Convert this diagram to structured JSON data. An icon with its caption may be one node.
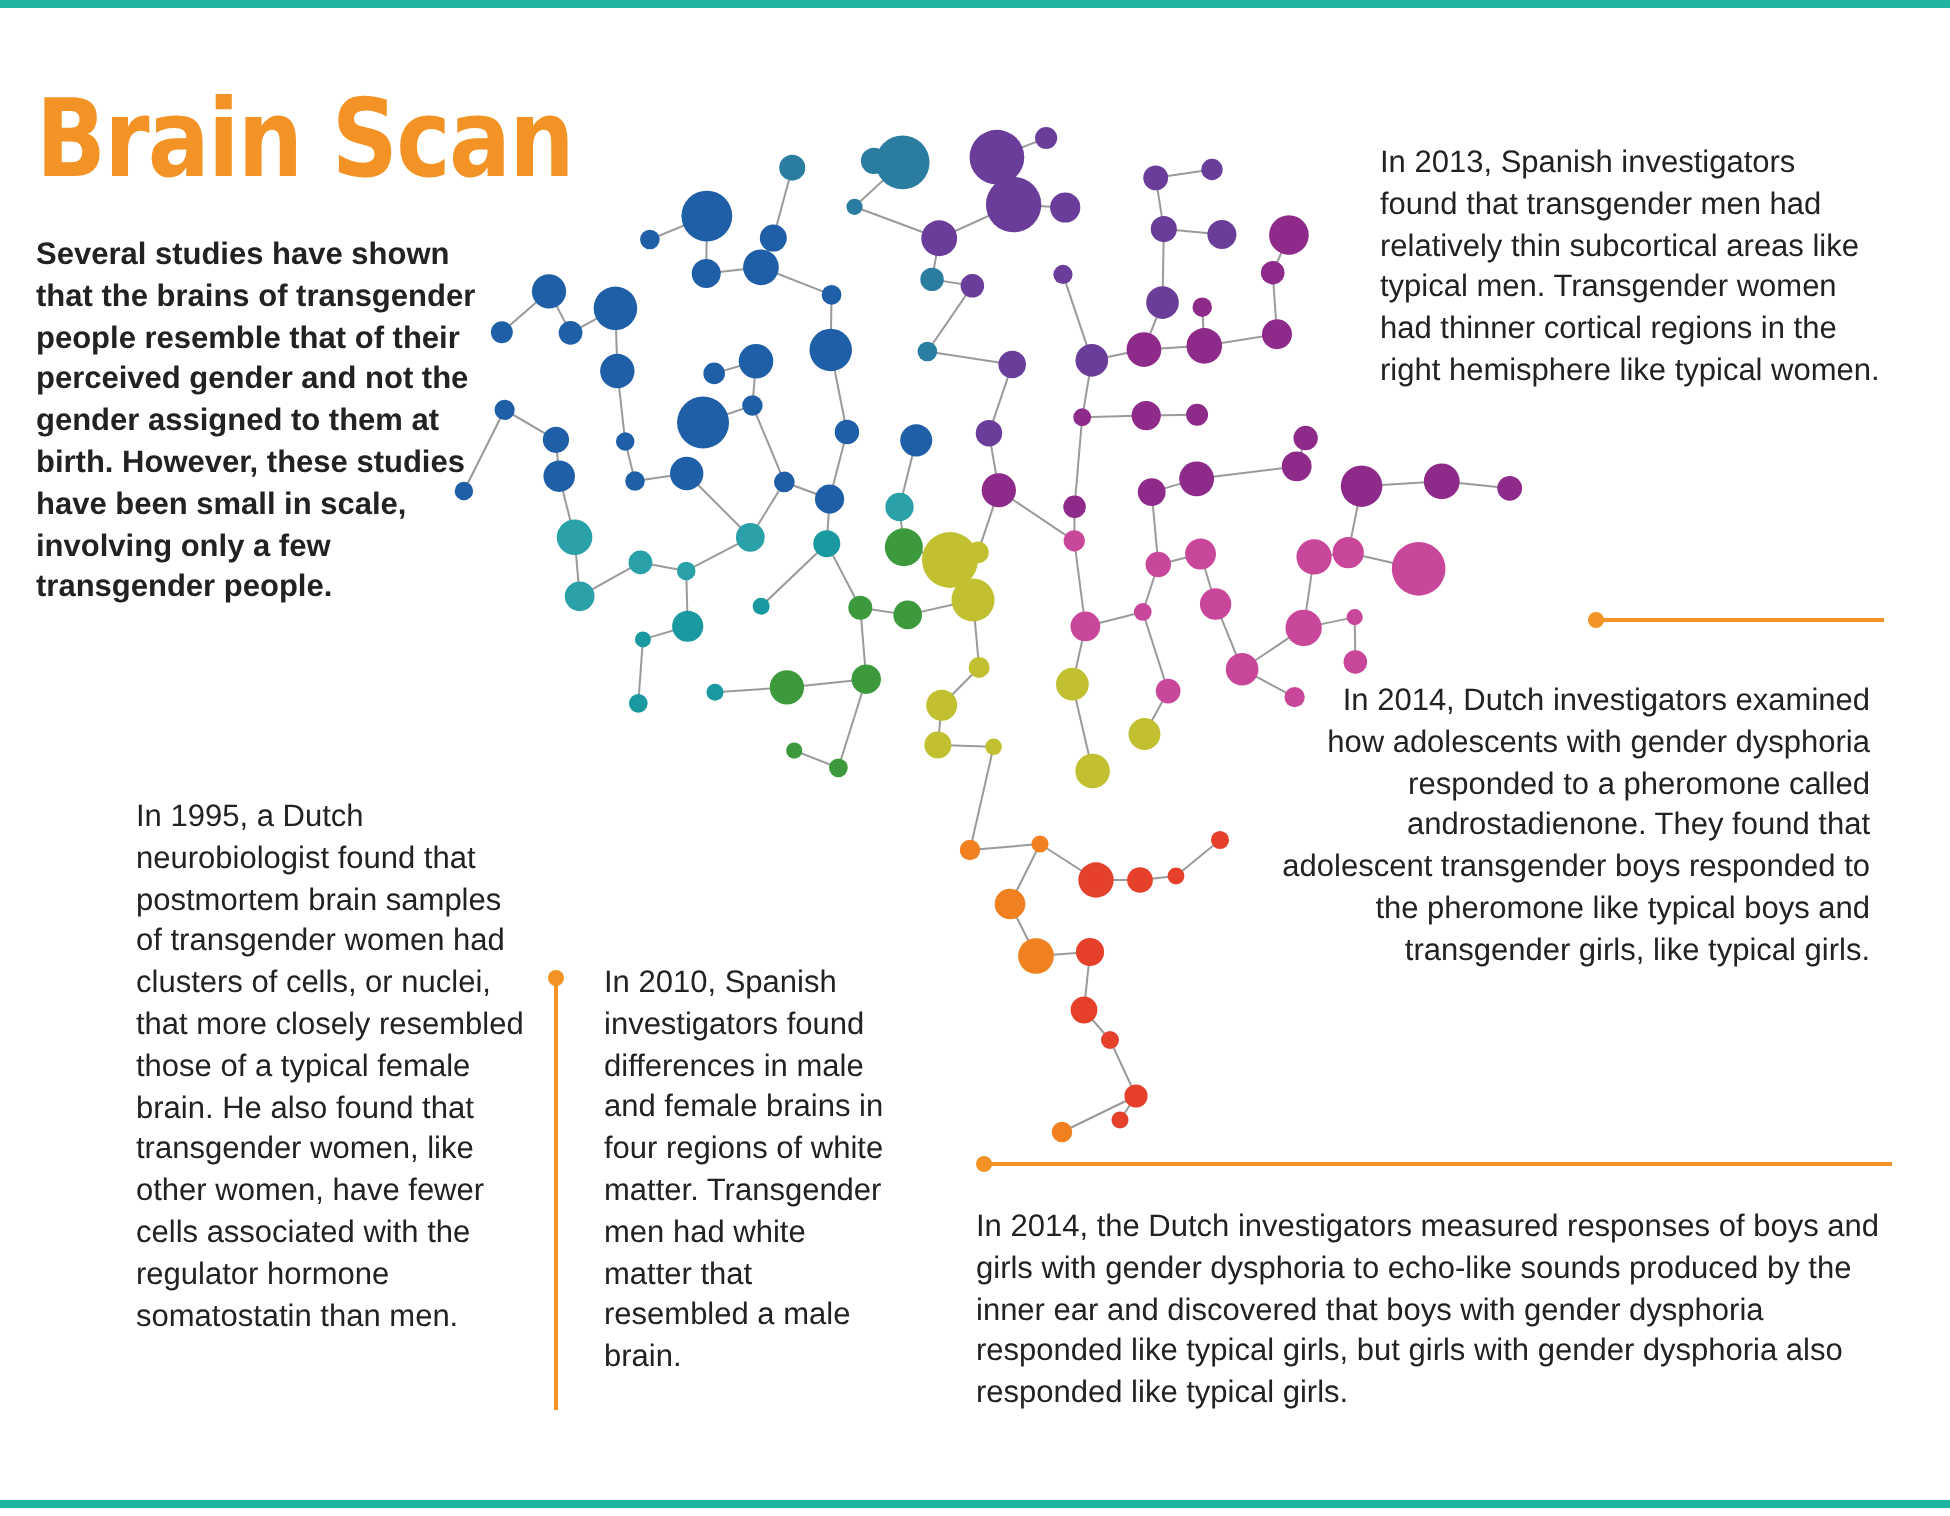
{
  "diagram": {
    "title": "Brain Scan",
    "labels": [
      "Several studies have shown that the brains of transgender people resemble that of their perceived gender and not the gender assigned to them at birth. However, these studies have been small in scale, involving only a few transgender people.",
      "In 2013, Spanish investigators found that transgender men had relatively thin subcortical areas like typical men. Transgender women had thinner cortical regions in the right hemisphere like typical women.",
      "In 2014, Dutch investigators examined how adolescents with gender dysphoria responded to a pheromone called androstadienone. They found that adolescent transgender boys responded to the pheromone like typical boys and transgender girls, like typical girls.",
      "In 1995, a Dutch neurobiologist found that postmortem brain samples of transgender women had clusters of cells, or nuclei, that more closely resembled those of a typical female brain. He also found that transgender women, like other women, have fewer cells associated with the regulator hormone somatostatin than men.",
      "In 2010, Spanish investigators found differences in male and female brains in four regions of white matter. Transgender men had white matter that resembled a male brain.",
      "In 2014, the Dutch investigators measured responses of boys and girls with gender dysphoria to echo-like sounds produced by the inner ear and discovered that boys with gender dysphoria responded like typical girls, but girls with gender dysphoria also responded like typical girls."
    ]
  }
}
